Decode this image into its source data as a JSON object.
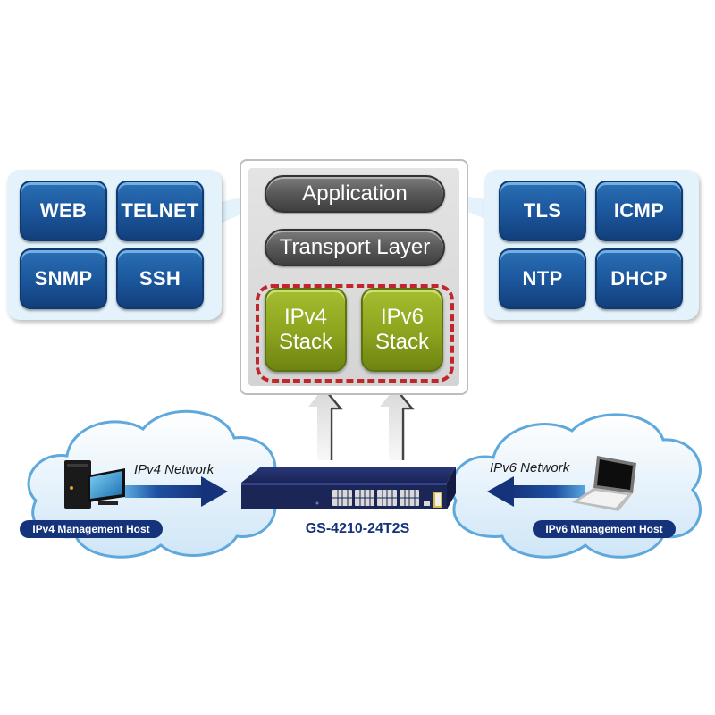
{
  "diagram": {
    "left_panel": {
      "protocols": [
        "WEB",
        "TELNET",
        "SNMP",
        "SSH"
      ]
    },
    "right_panel": {
      "protocols": [
        "TLS",
        "ICMP",
        "NTP",
        "DHCP"
      ]
    },
    "stack": {
      "application_label": "Application",
      "transport_label": "Transport Layer",
      "ipv4_stack": {
        "line1": "IPv4",
        "line2": "Stack"
      },
      "ipv6_stack": {
        "line1": "IPv6",
        "line2": "Stack"
      }
    },
    "switch": {
      "model": "GS-4210-24T2S"
    },
    "ipv4_side": {
      "network_label": "IPv4 Network",
      "host_label": "IPv4 Management Host"
    },
    "ipv6_side": {
      "network_label": "IPv6 Network",
      "host_label": "IPv6 Management Host"
    },
    "colors": {
      "protocol_button": "#1d5aa0",
      "panel_bg": "#e3f2fb",
      "layer_pill": "#5b5b5b",
      "ip_stack": "#8ea61f",
      "dashed_border": "#c0272d",
      "host_label_bg": "#15337a",
      "switch_body": "#1e2a5c",
      "cloud_border": "#5ea8dc"
    }
  }
}
